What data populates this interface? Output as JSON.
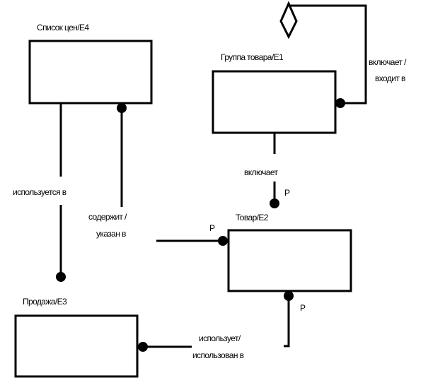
{
  "diagram": {
    "entities": {
      "price_list": {
        "label": "Список цен/E4"
      },
      "product_group": {
        "label": "Группа товара/E1"
      },
      "product": {
        "label": "Товар/E2"
      },
      "sale": {
        "label": "Продажа/E3"
      }
    },
    "relationships": {
      "group_self": {
        "line1": "включает /",
        "line2": "входит в"
      },
      "group_product": {
        "label": "включает",
        "cardinality": "P"
      },
      "price_sale": {
        "label": "используется в"
      },
      "price_product": {
        "line1": "содержит /",
        "line2": "указан в",
        "cardinality": "P"
      },
      "product_sale": {
        "line1": "использует/",
        "line2": "использован в",
        "cardinality": "P"
      }
    }
  }
}
